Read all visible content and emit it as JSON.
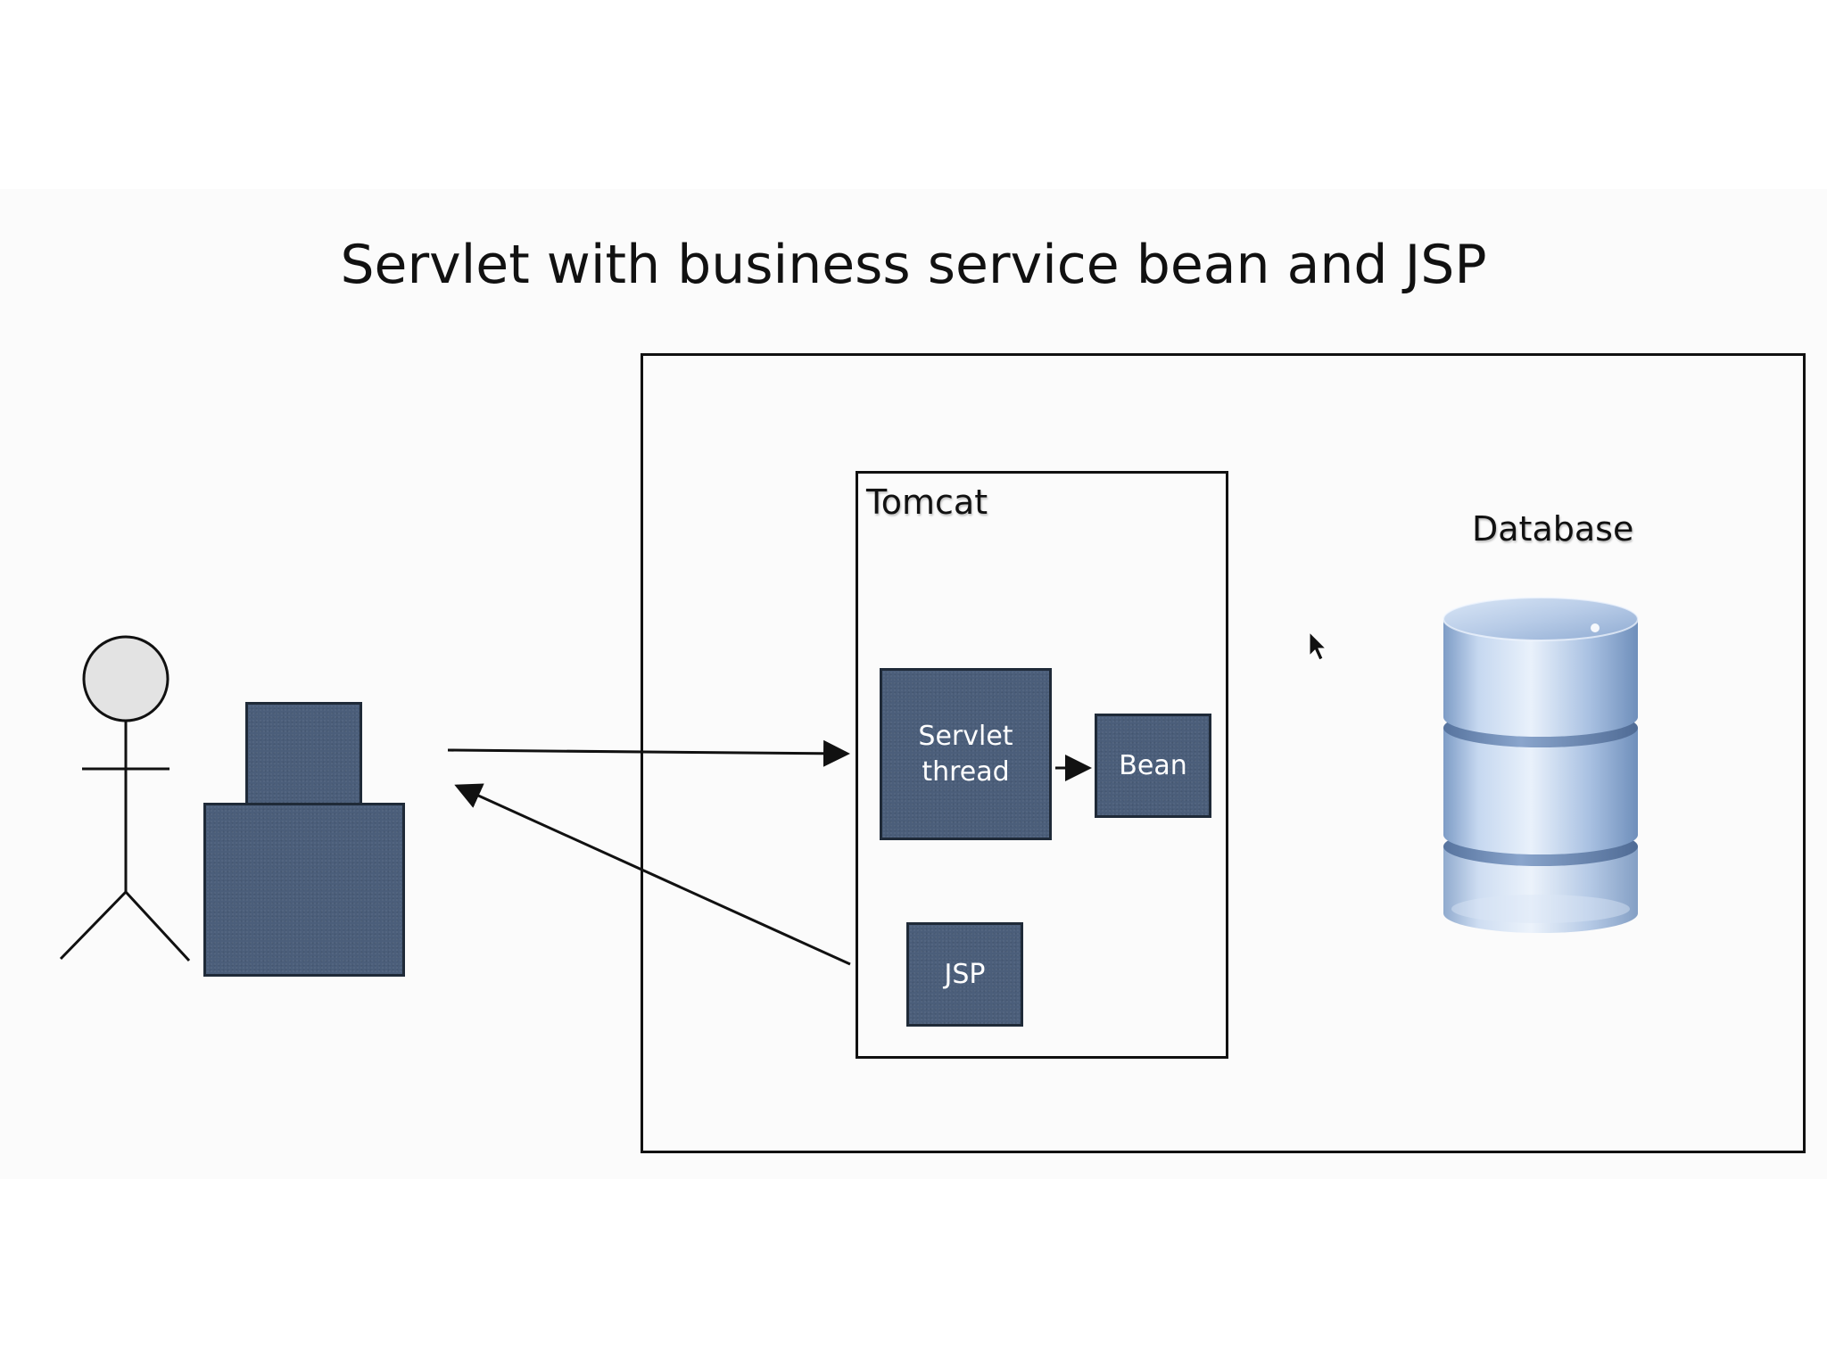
{
  "title": "Servlet with business service bean and JSP",
  "labels": {
    "tomcat": "Tomcat",
    "database": "Database"
  },
  "nodes": {
    "servlet_line1": "Servlet",
    "servlet_line2": "thread",
    "bean": "Bean",
    "jsp": "JSP"
  },
  "colors": {
    "node_fill": "#4b5e7a",
    "node_border": "#1f2a38",
    "line": "#111111",
    "cylinder": "#9db8dd"
  },
  "icons": [
    "stick-figure-icon",
    "computer-icon",
    "database-cylinder-icon",
    "mouse-pointer-icon"
  ]
}
